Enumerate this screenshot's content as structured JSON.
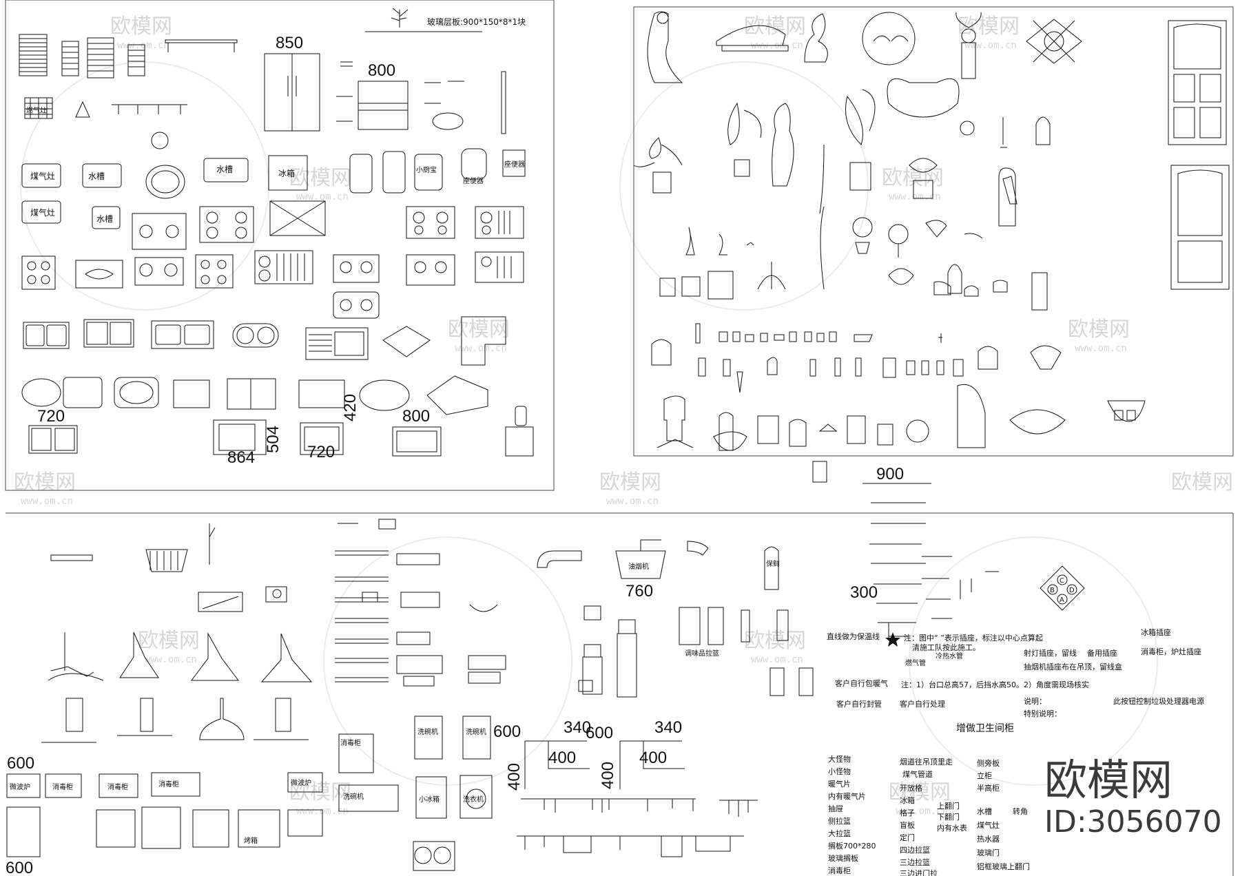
{
  "watermark": {
    "text": "欧模网",
    "url": "www.om.cn"
  },
  "brand": {
    "name": "欧模网",
    "id_label": "ID:3056070"
  },
  "kitchen_panel": {
    "shelf_title": "玻璃层板:900*150*8*1块",
    "dims": [
      "850",
      "800",
      "720",
      "420",
      "504",
      "864",
      "720",
      "800"
    ],
    "labels": [
      "煤气灶",
      "水槽",
      "煤气灶",
      "水槽",
      "水槽",
      "冰箱",
      "小厨宝",
      "座便器",
      "座便器",
      "燃气灶"
    ]
  },
  "appliance_panel": {
    "dims": [
      "900",
      "300",
      "760",
      "600",
      "340",
      "600",
      "340",
      "400",
      "400",
      "400",
      "400",
      "600",
      "600"
    ],
    "labels": [
      "油烟机",
      "保鲜",
      "调味品拉篮",
      "消毒柜",
      "消毒柜",
      "洗碗机",
      "洗碗机",
      "洗碗机",
      "小冰箱",
      "洗衣机",
      "消毒柜",
      "微波炉",
      "烤箱",
      "微波炉"
    ]
  },
  "notes": {
    "top_right_a": "冰箱插座",
    "top_right_b": "消毒柜，炉灶插座",
    "line1": "注：图中“  ”表示插座，标注以中心点算起",
    "line2": "清施工队按此施工。",
    "gas": "燃气管",
    "water": "冷热水管",
    "light": "射灯插座，留线",
    "backup": "备用插座",
    "hood": "抽烟机插座布在吊顶，留线盒",
    "note2": "注：1）台口总高57，后挡水高50。2）角度需现场核实",
    "client1": "客户自行包暖气",
    "client2": "客户自行封管",
    "client3": "客户自行处理",
    "explain": "说明：",
    "special": "特别说明：",
    "disposer": "此按钮控制垃圾处理器电源",
    "cabinet": "增做卫生间柜",
    "keep_warm": "直线做为保温线"
  },
  "legend_col1": [
    "大怪物",
    "小怪物",
    "暖气片",
    "内有暖气片",
    "抽屉",
    "侧拉篮",
    "大拉篮",
    "搁板700*280",
    "玻璃搁板",
    "消毒柜"
  ],
  "legend_col2": [
    "烟道往吊顶里走",
    "煤气管道",
    "开放格",
    "冰箱",
    "格子",
    "盲板",
    "定门",
    "四边拉篮",
    "三边拉篮",
    "三边进门拉"
  ],
  "legend_col2b": [
    "上翻门",
    "下翻门",
    "内有水表"
  ],
  "legend_col3": [
    "侧旁板",
    "立柜",
    "半高柜",
    "水槽",
    "转角",
    "煤气灶",
    "热水器",
    "玻璃门",
    "铝框玻璃上翻门"
  ],
  "compass": [
    "C",
    "B",
    "D",
    "A"
  ]
}
